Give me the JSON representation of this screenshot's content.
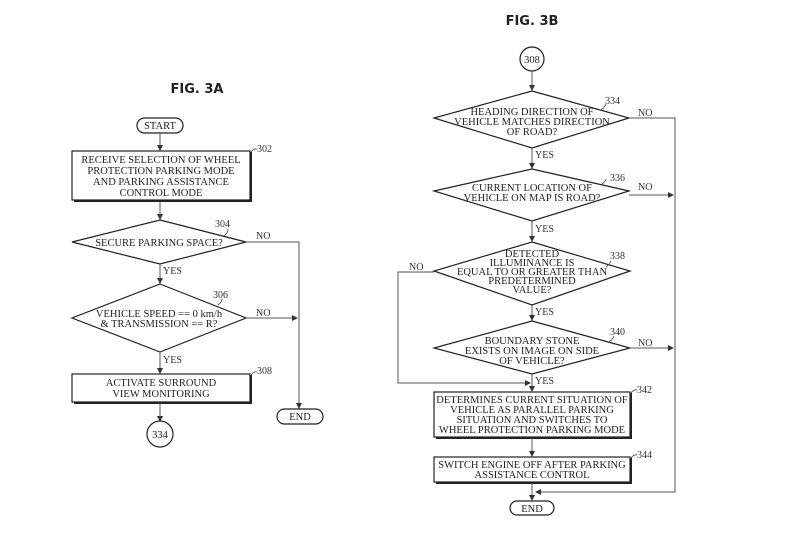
{
  "fig3a": {
    "title": "FIG. 3A",
    "start": "START",
    "end": "END",
    "connector_out": "334",
    "steps": {
      "s302": {
        "ref": "302",
        "lines": [
          "RECEIVE SELECTION OF WHEEL",
          "PROTECTION PARKING MODE",
          "AND PARKING ASSISTANCE",
          "CONTROL MODE"
        ]
      },
      "s304": {
        "ref": "304",
        "lines": [
          "SECURE PARKING SPACE?"
        ]
      },
      "s306": {
        "ref": "306",
        "lines": [
          "VEHICLE SPEED == 0 km/h",
          "& TRANSMISSION == R?"
        ]
      },
      "s308": {
        "ref": "308",
        "lines": [
          "ACTIVATE SURROUND",
          "VIEW MONITORING"
        ]
      }
    },
    "labels": {
      "yes": "YES",
      "no": "NO"
    }
  },
  "fig3b": {
    "title": "FIG. 3B",
    "connector_in": "308",
    "end": "END",
    "steps": {
      "s334": {
        "ref": "334",
        "lines": [
          "HEADING DIRECTION OF",
          "VEHICLE MATCHES DIRECTION",
          "OF ROAD?"
        ]
      },
      "s336": {
        "ref": "336",
        "lines": [
          "CURRENT LOCATION OF",
          "VEHICLE ON MAP IS ROAD?"
        ]
      },
      "s338": {
        "ref": "338",
        "lines": [
          "DETECTED",
          "ILLUMINANCE IS",
          "EQUAL TO OR GREATER THAN",
          "PREDETERMINED",
          "VALUE?"
        ]
      },
      "s340": {
        "ref": "340",
        "lines": [
          "BOUNDARY STONE",
          "EXISTS ON IMAGE ON SIDE",
          "OF VEHICLE?"
        ]
      },
      "s342": {
        "ref": "342",
        "lines": [
          "DETERMINES CURRENT SITUATION OF",
          "VEHICLE AS PARALLEL PARKING",
          "SITUATION AND SWITCHES TO",
          "WHEEL PROTECTION PARKING MODE"
        ]
      },
      "s344": {
        "ref": "344",
        "lines": [
          "SWITCH ENGINE OFF AFTER PARKING",
          "ASSISTANCE CONTROL"
        ]
      }
    },
    "labels": {
      "yes": "YES",
      "no": "NO"
    }
  }
}
